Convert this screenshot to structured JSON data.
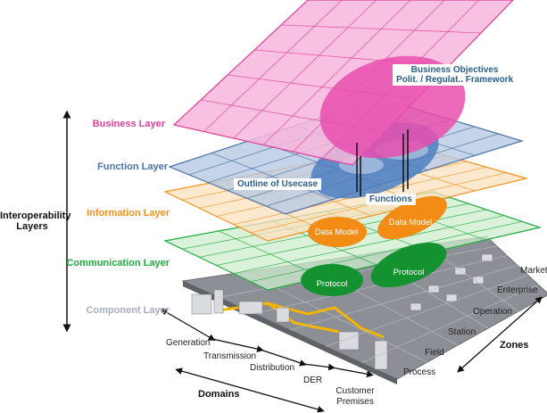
{
  "layers": [
    {
      "id": "business",
      "label": "Business Layer",
      "color": "#e0409a"
    },
    {
      "id": "function",
      "label": "Function Layer",
      "color": "#4a74a6"
    },
    {
      "id": "information",
      "label": "Information Layer",
      "color": "#f5911e"
    },
    {
      "id": "communication",
      "label": "Communication Layer",
      "color": "#1faa3c"
    },
    {
      "id": "component",
      "label": "Component Layer",
      "color": "#a7aec0"
    }
  ],
  "interoperability": {
    "line1": "Interoperability",
    "line2": "Layers"
  },
  "callouts": {
    "business_line1": "Business Objectives",
    "business_line2": "Polit. / Regulat.. Framework",
    "outline": "Outline of Usecase",
    "functions": "Functions"
  },
  "blobs": {
    "data_model_left": "Data Model",
    "data_model_right": "Data Model",
    "protocol_left": "Protocol",
    "protocol_right": "Protocol"
  },
  "domains": {
    "title": "Domains",
    "items": [
      "Generation",
      "Transmission",
      "Distribution",
      "DER",
      "Customer Premises"
    ]
  },
  "zones": {
    "title": "Zones",
    "items": [
      "Process",
      "Field",
      "Station",
      "Operation",
      "Enterprise",
      "Market"
    ]
  }
}
